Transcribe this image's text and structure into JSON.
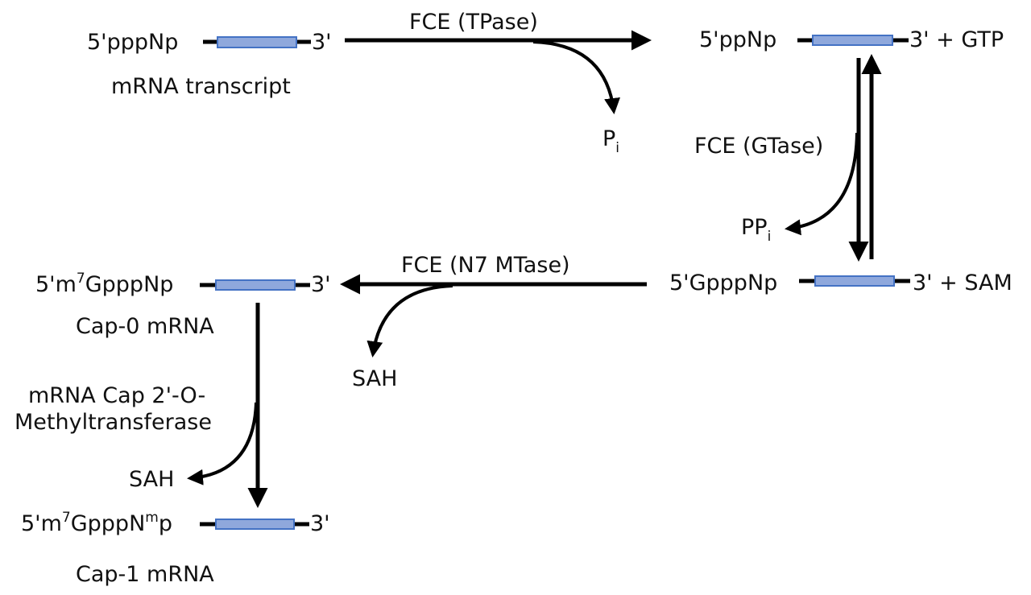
{
  "colors": {
    "line": "#000000",
    "strand_fill": "#8FA8DC",
    "strand_border": "#4472C4",
    "text": "#111111"
  },
  "species": {
    "transcript": {
      "prefix": "5'pppNp",
      "suffix": "3'",
      "caption": "mRNA transcript"
    },
    "diphosphate": {
      "prefix": "5'ppNp",
      "suffix": "3' + GTP"
    },
    "gppp": {
      "prefix": "5'GpppNp",
      "suffix": "3' + SAM"
    },
    "cap0": {
      "prefix_a": "5'm",
      "prefix_sup": "7",
      "prefix_b": "GpppNp",
      "suffix": "3'",
      "caption": "Cap-0 mRNA"
    },
    "cap1": {
      "prefix_a": "5'm",
      "prefix_sup": "7",
      "prefix_b": "GpppN",
      "prefix_sup2": "m",
      "prefix_c": "p",
      "suffix": "3'",
      "caption": "Cap-1 mRNA"
    }
  },
  "reactions": {
    "tpase": {
      "enzyme": "FCE (TPase)",
      "byproduct": "P",
      "byproduct_sub": "i"
    },
    "gtase": {
      "enzyme": "FCE (GTase)",
      "byproduct": "PP",
      "byproduct_sub": "i"
    },
    "n7mtase": {
      "enzyme": "FCE (N7 MTase)",
      "byproduct": "SAH"
    },
    "omtase": {
      "enzyme_line1": "mRNA Cap 2'-O-",
      "enzyme_line2": "Methyltransferase",
      "byproduct": "SAH"
    }
  }
}
